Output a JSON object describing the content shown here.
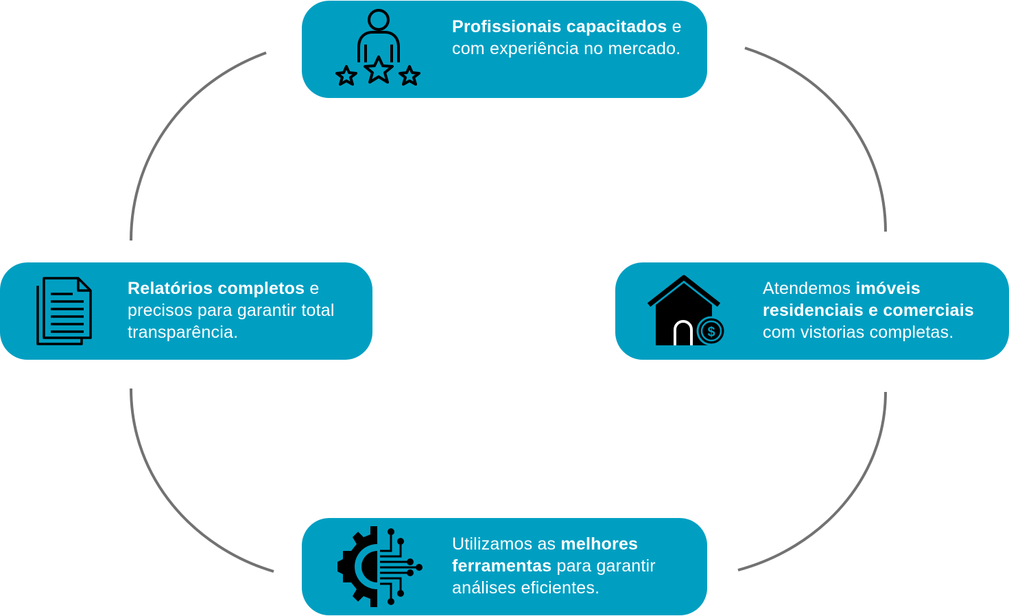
{
  "colors": {
    "card": "#009fc2",
    "arc": "#727272",
    "icon": "#000000",
    "text": "#ffffff"
  },
  "cards": [
    {
      "id": "professionals",
      "icon": "person-stars-icon",
      "segments": [
        {
          "t": "Profissionais capacitados",
          "b": true
        },
        {
          "t": " e com experiência no mercado.",
          "b": false
        }
      ]
    },
    {
      "id": "properties",
      "icon": "house-dollar-icon",
      "segments": [
        {
          "t": "Atendemos ",
          "b": false
        },
        {
          "t": "imóveis residenciais e comerciais",
          "b": true
        },
        {
          "t": " com vistorias completas.",
          "b": false
        }
      ]
    },
    {
      "id": "tools",
      "icon": "gear-circuit-icon",
      "segments": [
        {
          "t": "Utilizamos as ",
          "b": false
        },
        {
          "t": "melhores ferramentas",
          "b": true
        },
        {
          "t": " para garantir análises eficientes.",
          "b": false
        }
      ]
    },
    {
      "id": "reports",
      "icon": "documents-icon",
      "segments": [
        {
          "t": "Relatórios completos",
          "b": true
        },
        {
          "t": " e precisos para garantir total transparência.",
          "b": false
        }
      ]
    }
  ]
}
